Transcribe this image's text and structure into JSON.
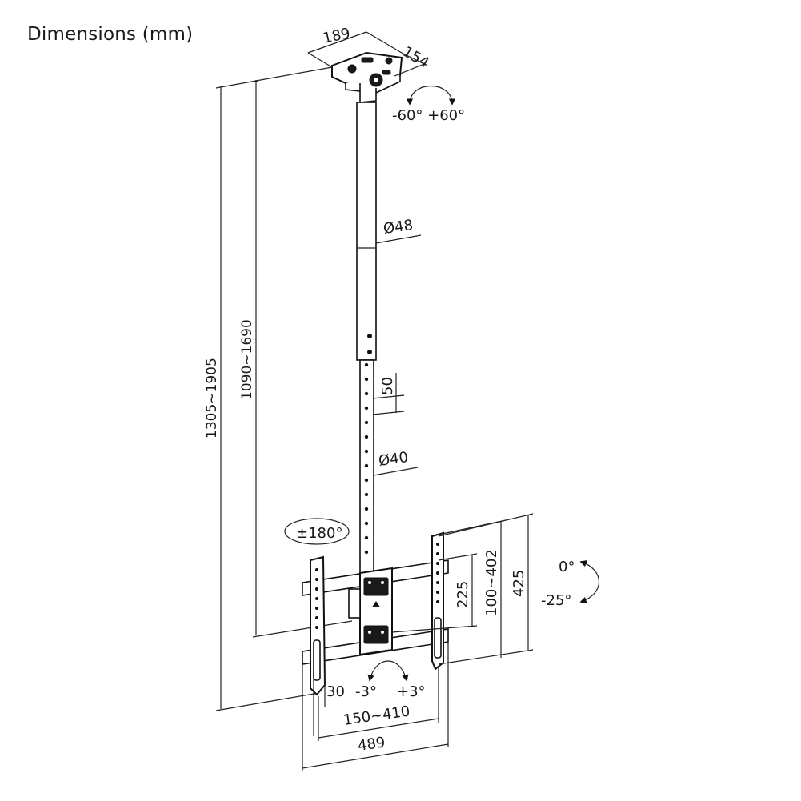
{
  "title": "Dimensions (mm)",
  "dimensions": {
    "plate_width": "189",
    "plate_depth": "154",
    "swivel_top": "-60° +60°",
    "pole_upper_diameter": "Ø48",
    "pole_lower_diameter": "Ø40",
    "hole_spacing": "50",
    "height_outer": "1305~1905",
    "height_inner": "1090~1690",
    "rotation": "±180°",
    "vesa_225": "225",
    "vesa_vertical": "100~402",
    "bracket_height": "425",
    "tilt_top": "0°",
    "tilt_bottom": "-25°",
    "offset_30": "30",
    "level_minus": "-3°",
    "level_plus": "+3°",
    "vesa_horizontal": "150~410",
    "bracket_width": "489"
  },
  "colors": {
    "line": "#111111",
    "background": "#ffffff"
  }
}
